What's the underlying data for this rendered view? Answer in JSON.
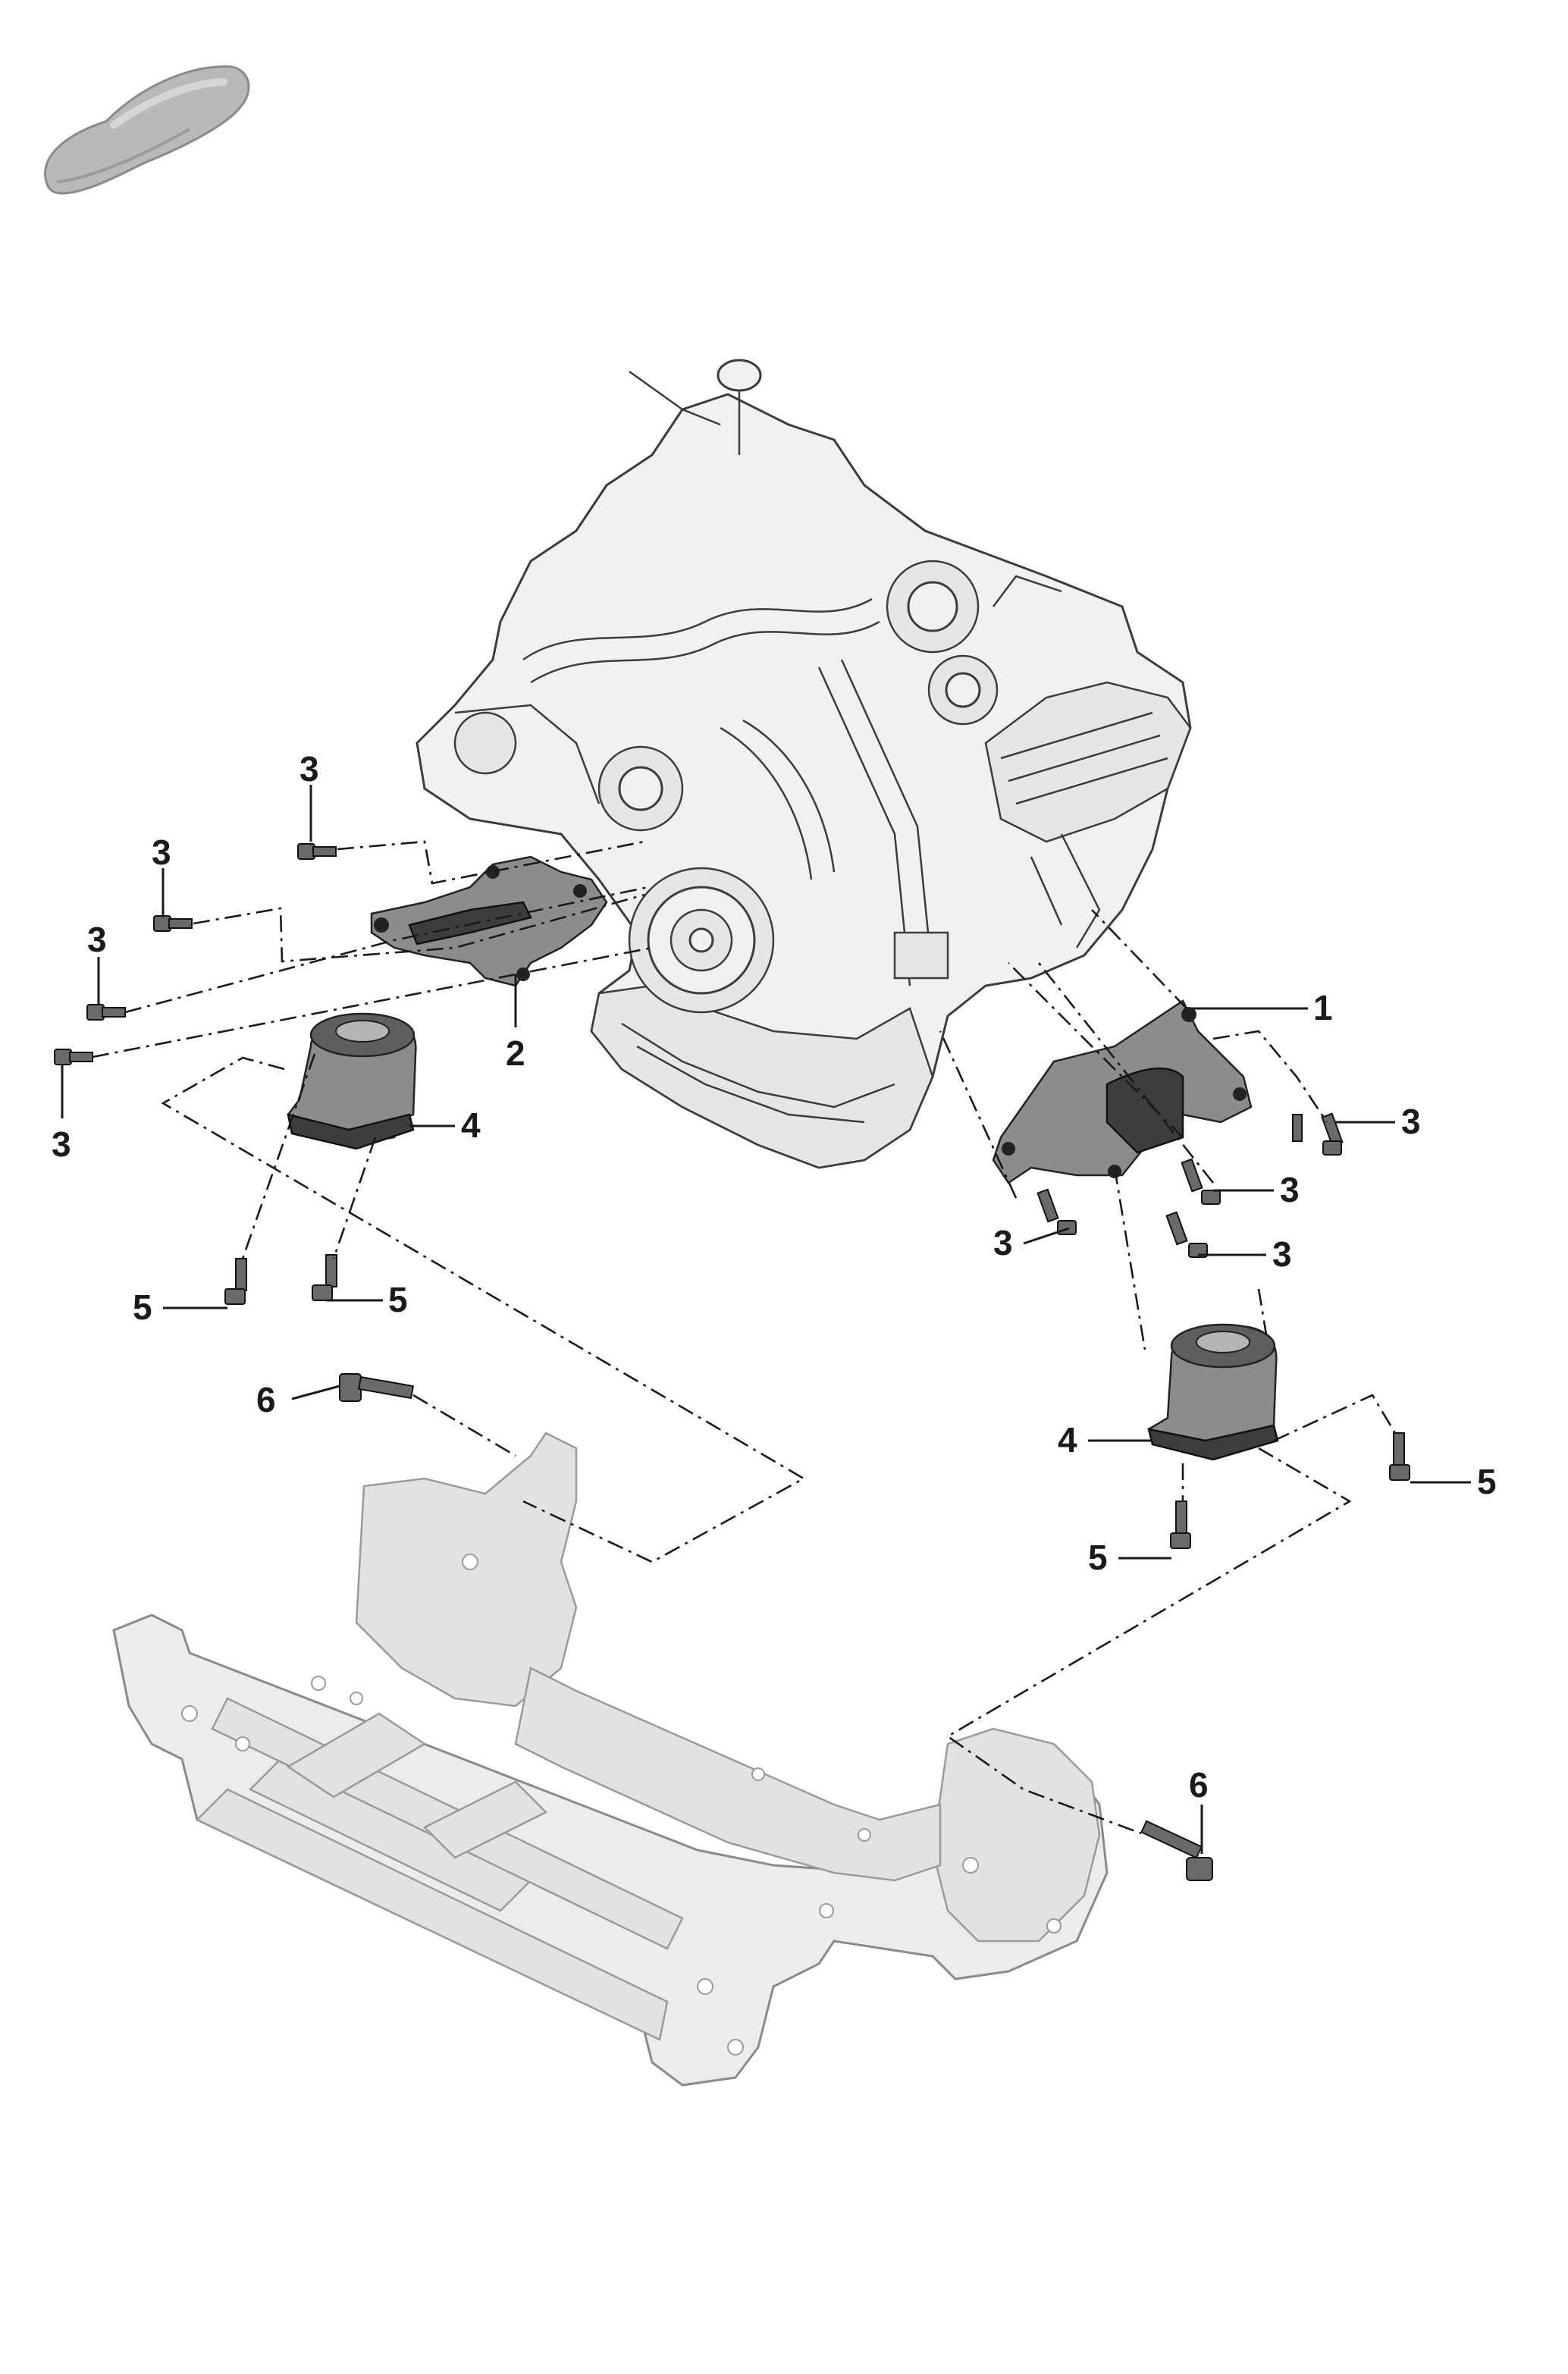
{
  "callouts": [
    {
      "id": "c1",
      "label": "1"
    },
    {
      "id": "c2",
      "label": "2"
    },
    {
      "id": "c3a",
      "label": "3"
    },
    {
      "id": "c3b",
      "label": "3"
    },
    {
      "id": "c3c",
      "label": "3"
    },
    {
      "id": "c3d",
      "label": "3"
    },
    {
      "id": "c3e",
      "label": "3"
    },
    {
      "id": "c3f",
      "label": "3"
    },
    {
      "id": "c3g",
      "label": "3"
    },
    {
      "id": "c3h",
      "label": "3"
    },
    {
      "id": "c4a",
      "label": "4"
    },
    {
      "id": "c4b",
      "label": "4"
    },
    {
      "id": "c5a",
      "label": "5"
    },
    {
      "id": "c5b",
      "label": "5"
    },
    {
      "id": "c5c",
      "label": "5"
    },
    {
      "id": "c5d",
      "label": "5"
    },
    {
      "id": "c6a",
      "label": "6"
    },
    {
      "id": "c6b",
      "label": "6"
    }
  ],
  "colors": {
    "part_fill": "#5e5e5e",
    "ghost_fill": "#ececec",
    "line": "#1a1a1a"
  }
}
